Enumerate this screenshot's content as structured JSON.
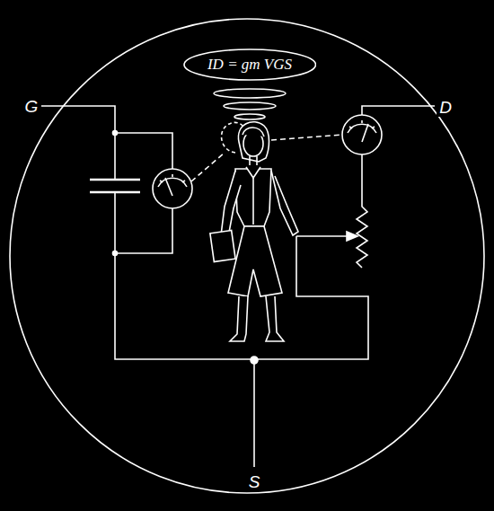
{
  "diagram": {
    "nodes": [
      {
        "text": [
          "ID = gm VGS"
        ]
      }
    ],
    "edges": [],
    "labels": [
      "G",
      "D",
      "S"
    ]
  }
}
